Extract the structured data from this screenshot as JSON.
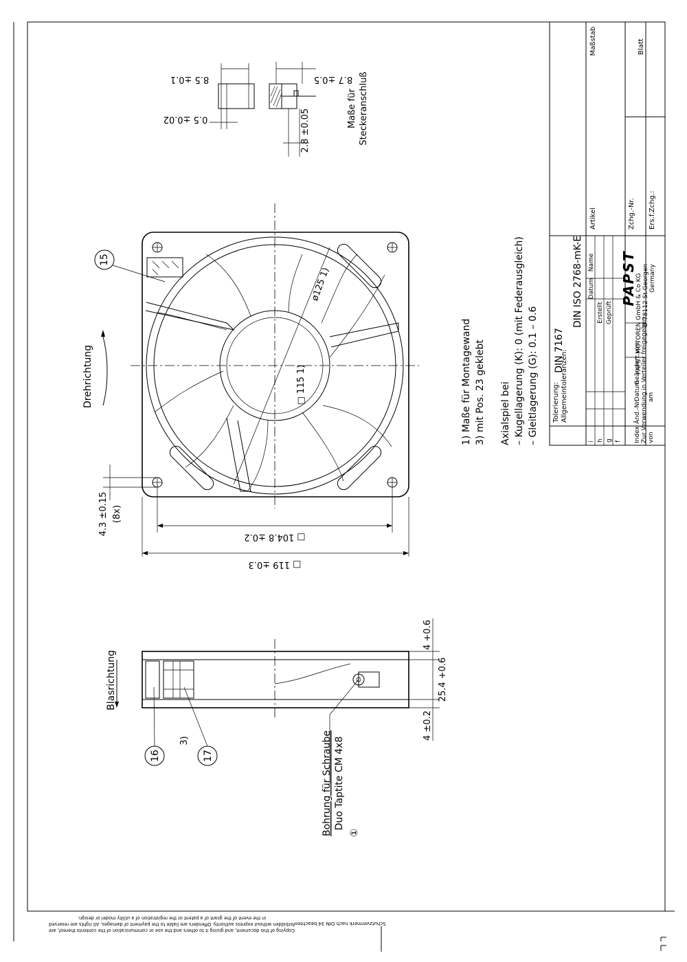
{
  "connector": {
    "dim_top": "8.5 ±0.1",
    "dim_bottom": "0.5 ±0.02",
    "dim_right": "8.7 ±0.5",
    "dim_low": "2.8 ±0.05",
    "label_1": "Maße für",
    "label_2": "Steckeranschluß"
  },
  "front_view": {
    "balloon_15": "15",
    "diameter": "ø125 1)",
    "hub_square": "□ 115 1)",
    "rotation_label": "Drehrichtung",
    "hole_dim": "4.3 ±0.15",
    "hole_count": "(8x)",
    "inner_width": "□ 104.8 ±0.2",
    "outer_width": "□ 119 ±0.3"
  },
  "side_view": {
    "airflow_label": "Blasrichtung",
    "balloon_16": "16",
    "balloon_17": "17",
    "note_ref": "3)",
    "dim_top": "4 +0.6",
    "dim_mid": "25.4 +0.6",
    "dim_bottom": "4 ±0.2",
    "screw_1": "Bohrung für Schraube",
    "screw_2": "Duo Taptite CM 4x8",
    "screw_ref": "①"
  },
  "notes": {
    "n1": "1) Maße für Montagewand",
    "n2": "3) mit Pos. 23 geklebt",
    "axial_head": "Axialspiel bei",
    "axial_k": "– Kugellagerung (K): 0 (mit Federausgleich)",
    "axial_g": "– Gleitlagerung (G): 0.1 – 0.6"
  },
  "title_block": {
    "tolerance_label": "Tolerierung:",
    "tolerance_value": "DIN 7167",
    "general_tol_label": "Allgemeintoleranzen:",
    "general_tol_value": "DIN ISO 2768-mK-E",
    "massstab": "Maßstab",
    "blatt": "Blatt",
    "artikel": "Artikel",
    "zchg_nr": "Zchg.-Nr.",
    "ers_zchg": "Ers.f.Zchg.:",
    "datum": "Datum",
    "name": "Name",
    "erstellt": "Erstellt",
    "geprueft": "Geprüft",
    "row_i": "i",
    "row_h": "h",
    "row_g": "g",
    "row_f": "f",
    "index": "Index",
    "aend_nr": "Änd.-Nr.",
    "datum2": "Datum",
    "geaendert_von": "Geändert von",
    "verwendung": "Zur Verwendung in Verteiler freigegeben",
    "von": "von",
    "am": "am",
    "logo": "PAPST",
    "company_1": "PAPST-MOTOREN GmbH & Co KG",
    "company_2": "D-78112 St.Georgen",
    "company_3": "Germany"
  },
  "footer": {
    "copyright_1": "Copying of this document, and giving it to others and the use or communication of the contents thereof, are",
    "copyright_2": "forbidden without express authority. Offenders are liable to the payment of damages. All rights are reserved",
    "copyright_3": "in the event of the grant of a patent or the registration of a utility model or design.",
    "protection": "Schutzvermerk nach DIN 34 beachten"
  }
}
